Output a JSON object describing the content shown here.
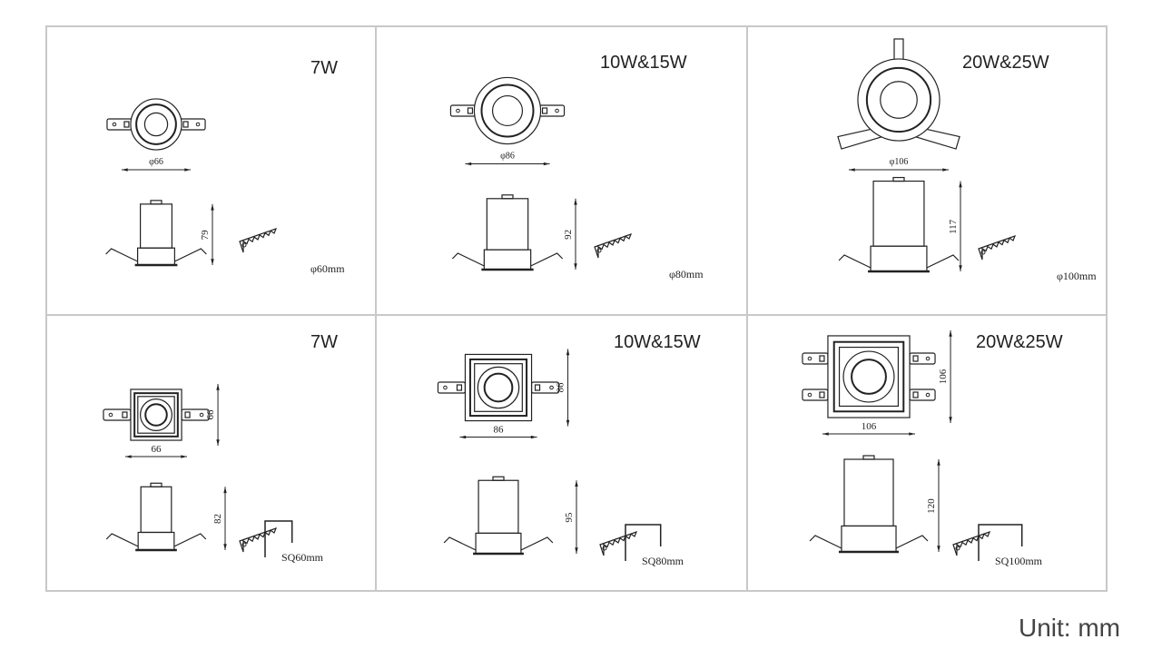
{
  "cells": [
    {
      "title": "7W",
      "shape": "round",
      "top_dim": "φ66",
      "top_mm": 66,
      "height_dim": "79",
      "height_mm": 79,
      "cutout": "φ60mm"
    },
    {
      "title": "10W&15W",
      "shape": "round",
      "top_dim": "φ86",
      "top_mm": 86,
      "height_dim": "92",
      "height_mm": 92,
      "cutout": "φ80mm"
    },
    {
      "title": "20W&25W",
      "shape": "round",
      "top_dim": "φ106",
      "top_mm": 106,
      "height_dim": "117",
      "height_mm": 117,
      "cutout": "φ100mm"
    },
    {
      "title": "7W",
      "shape": "square",
      "top_dim": "66",
      "top_mm": 66,
      "height_dim": "82",
      "height_mm": 82,
      "cutout": "SQ60mm"
    },
    {
      "title": "10W&15W",
      "shape": "square",
      "top_dim": "86",
      "top_mm": 86,
      "height_dim": "95",
      "height_mm": 95,
      "cutout": "SQ80mm"
    },
    {
      "title": "20W&25W",
      "shape": "square",
      "top_dim": "106",
      "top_mm": 106,
      "height_dim": "120",
      "height_mm": 120,
      "cutout": "SQ100mm"
    }
  ],
  "unit_label": "Unit: mm"
}
